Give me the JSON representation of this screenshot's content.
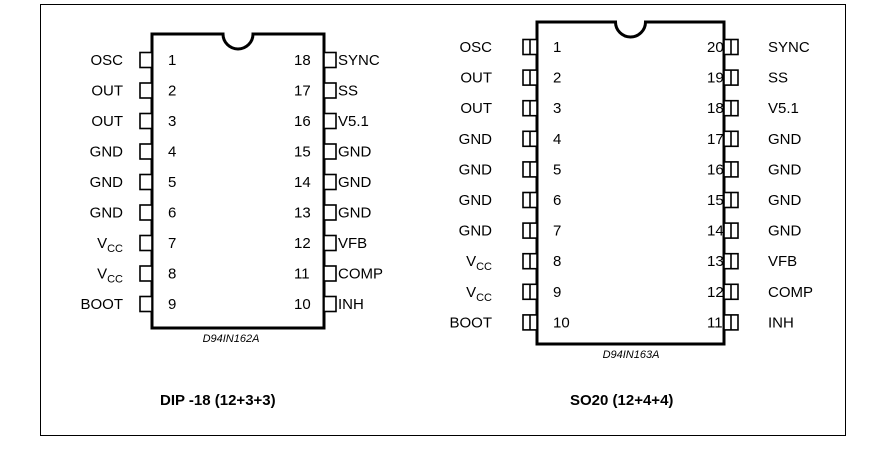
{
  "packages": [
    {
      "id": "dip18",
      "caption": "DIP -18 (12+3+3)",
      "code": "D94IN162A",
      "left_pins": [
        {
          "num": "1",
          "label": "OSC"
        },
        {
          "num": "2",
          "label": "OUT"
        },
        {
          "num": "3",
          "label": "OUT"
        },
        {
          "num": "4",
          "label": "GND"
        },
        {
          "num": "5",
          "label": "GND"
        },
        {
          "num": "6",
          "label": "GND"
        },
        {
          "num": "7",
          "label": "V",
          "sub": "CC"
        },
        {
          "num": "8",
          "label": "V",
          "sub": "CC"
        },
        {
          "num": "9",
          "label": "BOOT"
        }
      ],
      "right_pins": [
        {
          "num": "18",
          "label": "SYNC"
        },
        {
          "num": "17",
          "label": "SS"
        },
        {
          "num": "16",
          "label": "V5.1"
        },
        {
          "num": "15",
          "label": "GND"
        },
        {
          "num": "14",
          "label": "GND"
        },
        {
          "num": "13",
          "label": "GND"
        },
        {
          "num": "12",
          "label": "VFB"
        },
        {
          "num": "11",
          "label": "COMP"
        },
        {
          "num": "10",
          "label": "INH"
        }
      ]
    },
    {
      "id": "so20",
      "caption": "SO20 (12+4+4)",
      "code": "D94IN163A",
      "left_pins": [
        {
          "num": "1",
          "label": "OSC"
        },
        {
          "num": "2",
          "label": "OUT"
        },
        {
          "num": "3",
          "label": "OUT"
        },
        {
          "num": "4",
          "label": "GND"
        },
        {
          "num": "5",
          "label": "GND"
        },
        {
          "num": "6",
          "label": "GND"
        },
        {
          "num": "7",
          "label": "GND"
        },
        {
          "num": "8",
          "label": "V",
          "sub": "CC"
        },
        {
          "num": "9",
          "label": "V",
          "sub": "CC"
        },
        {
          "num": "10",
          "label": "BOOT"
        }
      ],
      "right_pins": [
        {
          "num": "20",
          "label": "SYNC"
        },
        {
          "num": "19",
          "label": "SS"
        },
        {
          "num": "18",
          "label": "V5.1"
        },
        {
          "num": "17",
          "label": "GND"
        },
        {
          "num": "16",
          "label": "GND"
        },
        {
          "num": "15",
          "label": "GND"
        },
        {
          "num": "14",
          "label": "GND"
        },
        {
          "num": "13",
          "label": "VFB"
        },
        {
          "num": "12",
          "label": "COMP"
        },
        {
          "num": "11",
          "label": "INH"
        }
      ]
    }
  ]
}
